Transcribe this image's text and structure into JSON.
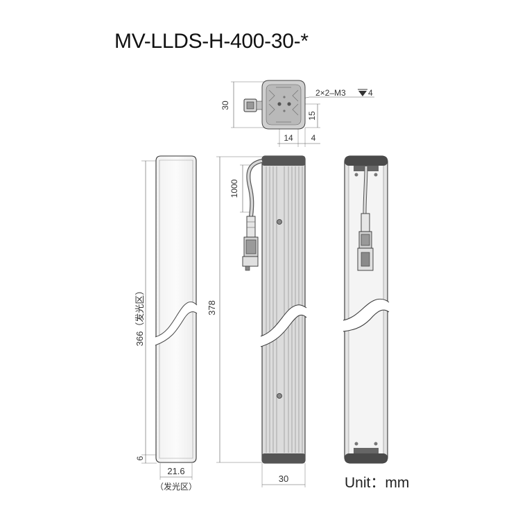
{
  "title": "MV-LLDS-H-400-30-*",
  "unit_label": "Unit：mm",
  "dimensions": {
    "end_height": "30",
    "hole_spec": "2×2–M3",
    "hole_depth": "4",
    "half_height": "15",
    "hole_spacing": "14",
    "hole_offset": "4",
    "cable_length": "1000",
    "emitting_length": "366（发光区）",
    "total_length": "378",
    "end_margin": "6",
    "emitting_width": "21.6",
    "emitting_width_note": "（发光区）",
    "body_width": "30"
  }
}
